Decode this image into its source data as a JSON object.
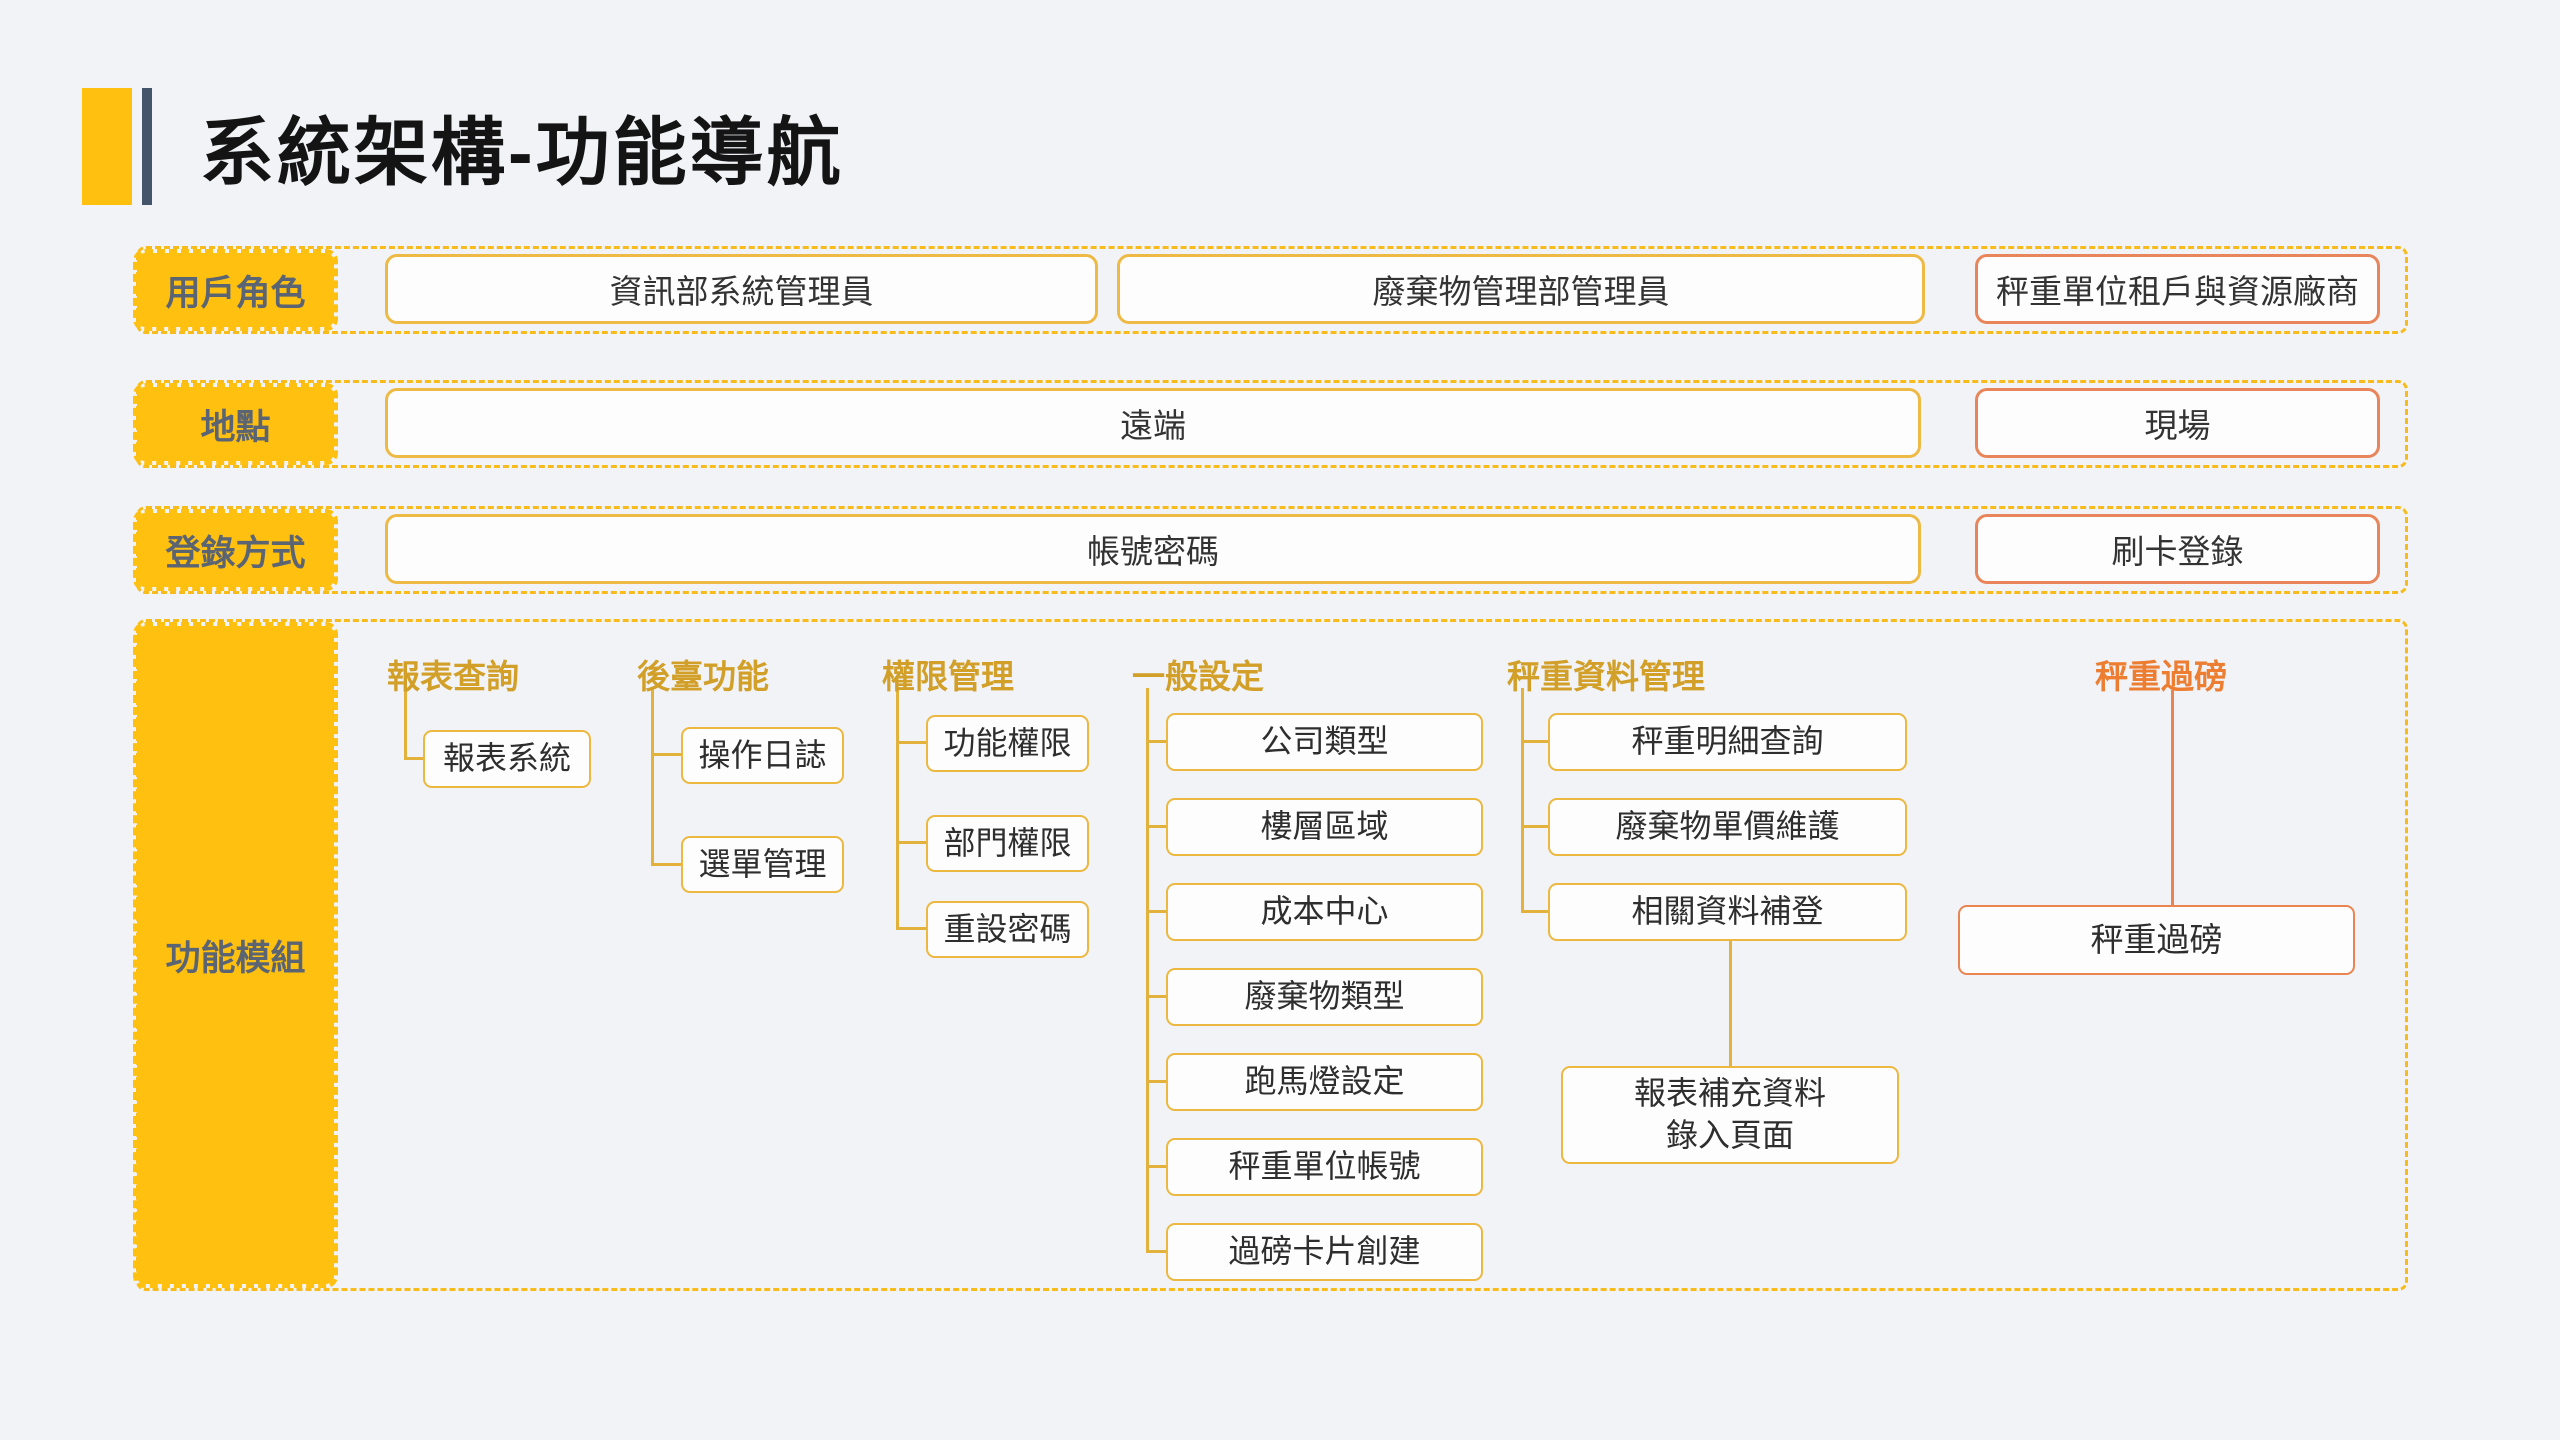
{
  "title": {
    "text": "系統架構-功能導航"
  },
  "rows": [
    {
      "label": "用戶角色",
      "boxes": [
        {
          "label": "資訊部系統管理員"
        },
        {
          "label": "廢棄物管理部管理員"
        },
        {
          "label": "秤重單位租戶與資源廠商"
        }
      ]
    },
    {
      "label": "地點",
      "boxes": [
        {
          "label": "遠端"
        },
        {
          "label": "現場"
        }
      ]
    },
    {
      "label": "登錄方式",
      "boxes": [
        {
          "label": "帳號密碼"
        },
        {
          "label": "刷卡登錄"
        }
      ]
    }
  ],
  "modules": {
    "label": "功能模組",
    "columns": [
      {
        "heading": "報表查詢",
        "items": [
          "報表系統"
        ]
      },
      {
        "heading": "後臺功能",
        "items": [
          "操作日誌",
          "選單管理"
        ]
      },
      {
        "heading": "權限管理",
        "items": [
          "功能權限",
          "部門權限",
          "重設密碼"
        ]
      },
      {
        "heading": "一般設定",
        "items": [
          "公司類型",
          "樓層區域",
          "成本中心",
          "廢棄物類型",
          "跑馬燈設定",
          "秤重單位帳號",
          "過磅卡片創建"
        ]
      },
      {
        "heading": "秤重資料管理",
        "items": [
          "秤重明細查詢",
          "廢棄物單價維護",
          "相關資料補登"
        ],
        "sub_box": {
          "line1": "報表補充資料",
          "line2": "錄入頁面"
        }
      },
      {
        "heading": "秤重過磅",
        "items": [
          "秤重過磅"
        ]
      }
    ]
  },
  "colors": {
    "amber": "#FFC010",
    "gold_border": "#ECB83F",
    "gold_text": "#D2A029",
    "orange": "#ED7D31",
    "orange_border": "#EA8450",
    "slate_accent": "#44546A",
    "label_text": "#5B6472",
    "background": "#F1F3F7"
  }
}
